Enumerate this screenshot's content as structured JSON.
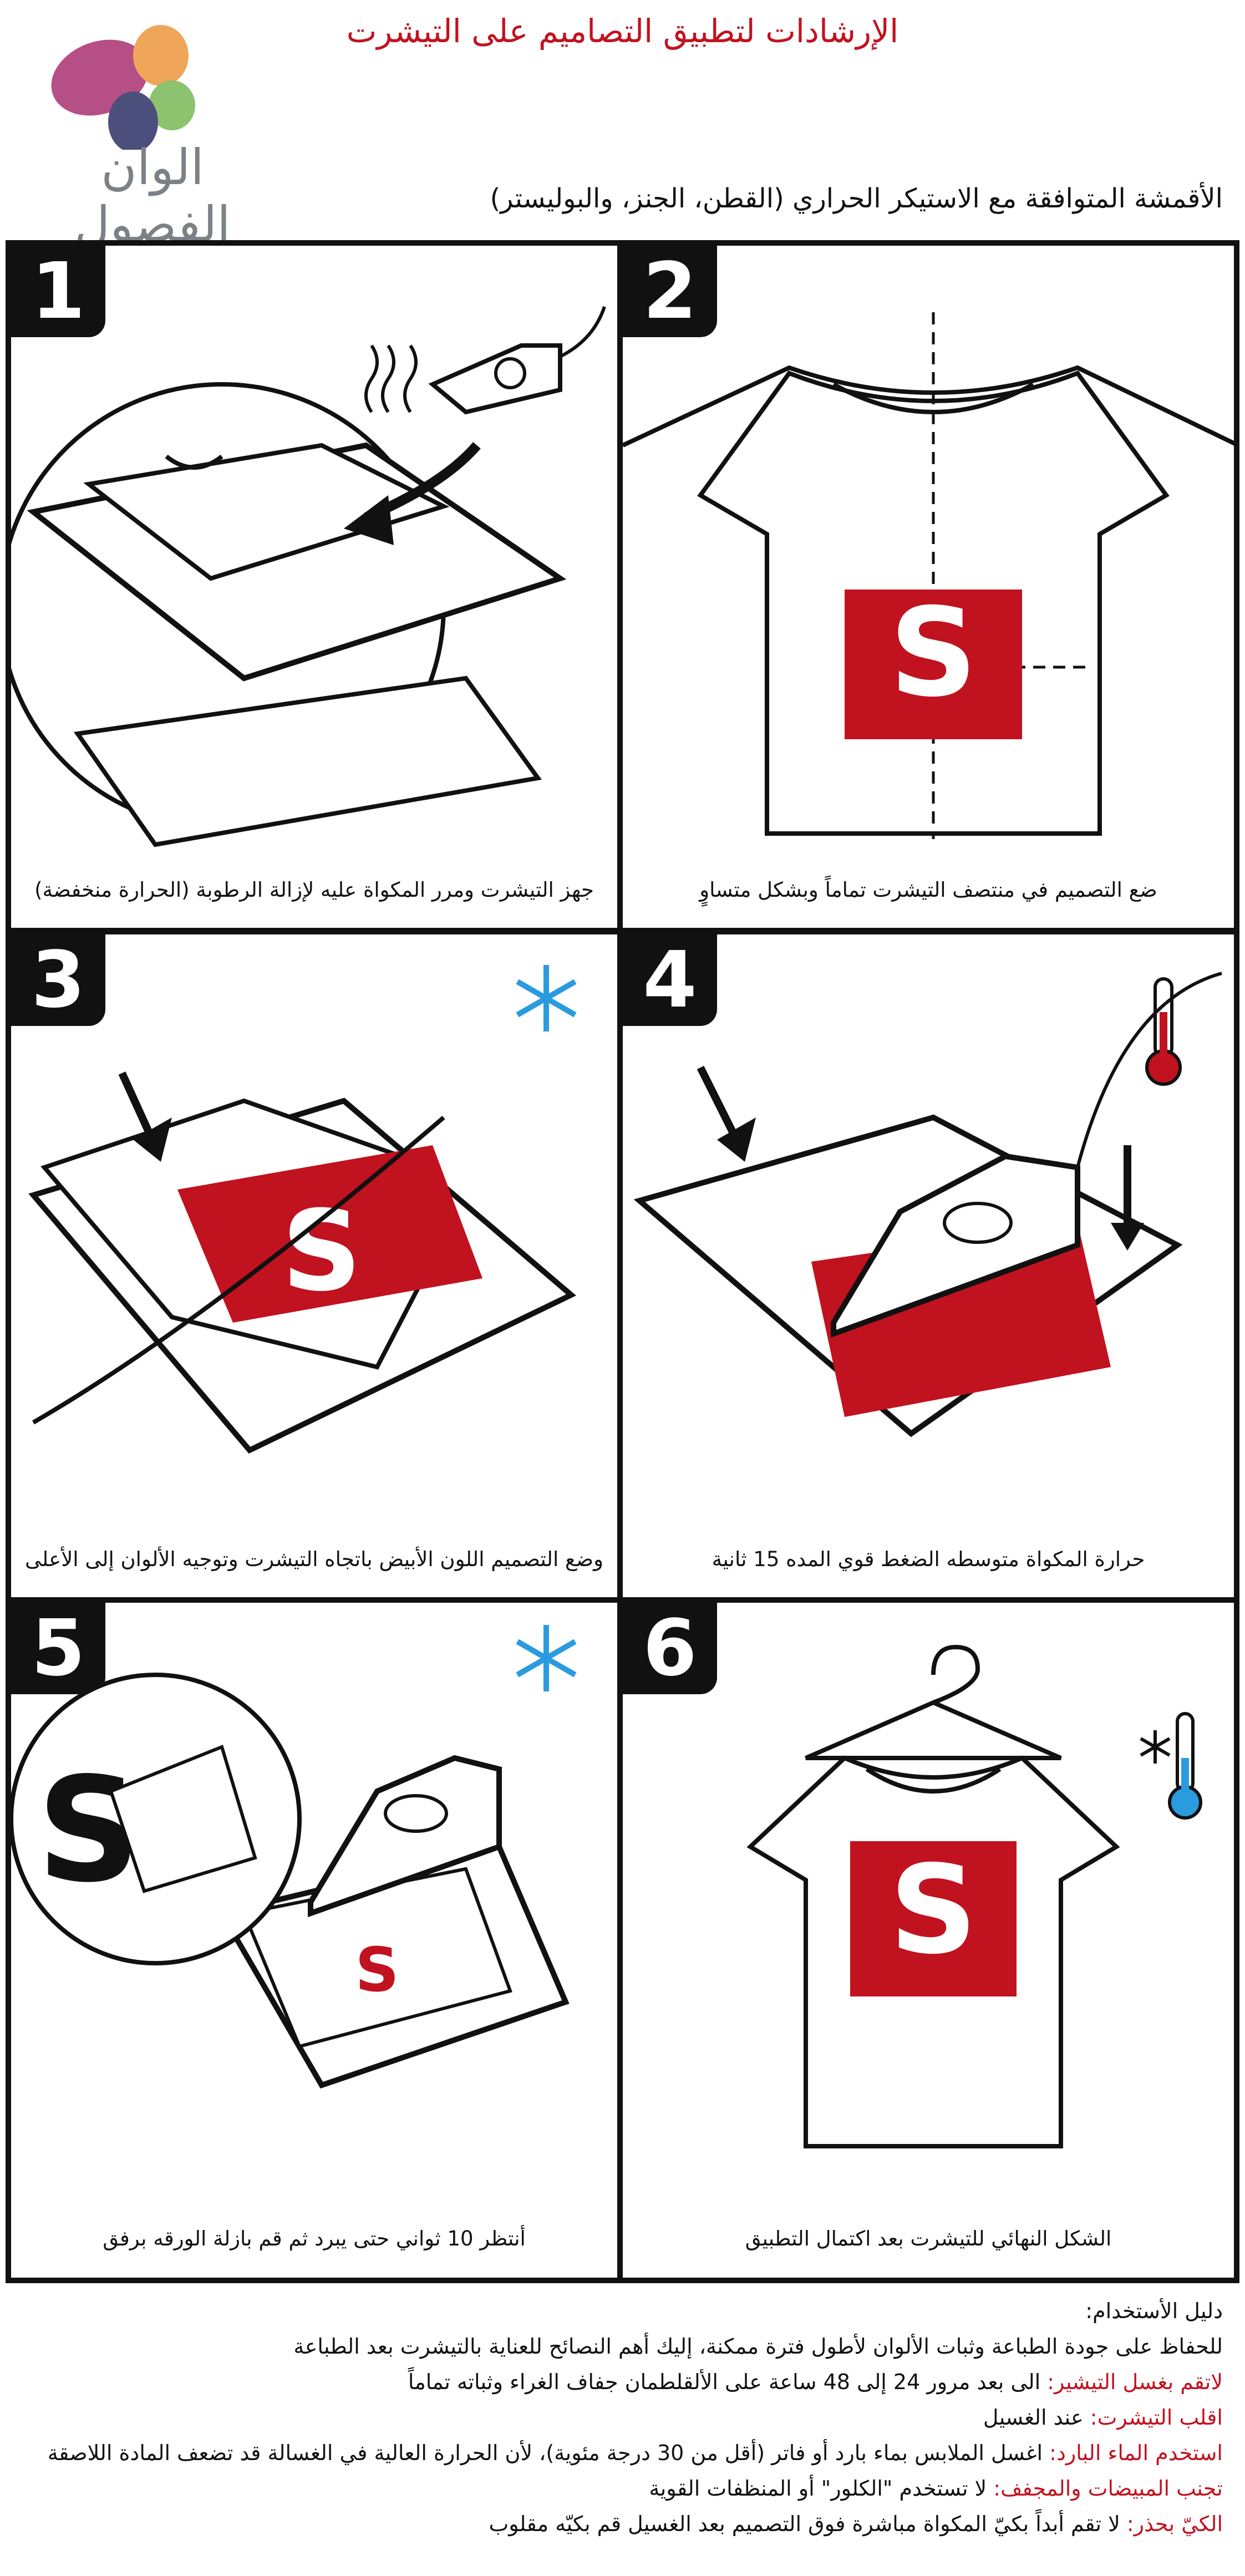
{
  "header": {
    "title": "الإرشادات لتطبيق التصاميم على التيشرت",
    "logo_text": "الوان الفصول",
    "fabrics_note": "الأقمشة المتوافقة مع الاستيكر الحراري (القطن، الجنز، والبوليستر)"
  },
  "steps": [
    {
      "number": "1",
      "caption": "جهز التيشرت ومرر المكواة عليه لإزالة الرطوبة (الحرارة منخفضة)"
    },
    {
      "number": "2",
      "caption": "ضع التصميم  في منتصف التيشرت تماماً وبشكل متساوٍ"
    },
    {
      "number": "3",
      "caption": "وضع التصميم اللون الأبيض باتجاه التيشرت وتوجيه الألوان إلى الأعلى"
    },
    {
      "number": "4",
      "caption": "حرارة المكواة متوسطه الضغط قوي المده 15 ثانية"
    },
    {
      "number": "5",
      "caption": "أنتظر 10 ثواني حتى يبرد  ثم قم بازلة الورقه برفق"
    },
    {
      "number": "6",
      "caption": "الشكل النهائي للتيشرت بعد اكتمال التطبيق"
    }
  ],
  "design_letter": "S",
  "usage_guide": {
    "title": "دليل الأستخدام:",
    "intro": "للحفاظ على جودة الطباعة وثبات الألوان لأطول فترة ممكنة، إليك أهم النصائح للعناية بالتيشرت بعد الطباعة",
    "tips": [
      {
        "label": "لاتقم بغسل التيشير:",
        "text": " الى بعد مرور  24 إلى 48 ساعة على الألقلطمان جفاف الغراء وثباته تماماً"
      },
      {
        "label": "اقلب التيشرت:",
        "text": " عند الغسيل"
      },
      {
        "label": "استخدم الماء البارد:",
        "text": " اغسل الملابس بماء بارد أو فاتر (أقل من 30 درجة مئوية)، لأن الحرارة العالية في الغسالة قد تضعف المادة اللاصقة"
      },
      {
        "label": "تجنب المبيضات والمجفف:",
        "text": " لا تستخدم \"الكلور\" أو المنظفات القوية"
      },
      {
        "label": "الكيّ بحذر:",
        "text": " لا تقم أبداً بكيّ المكواة مباشرة فوق التصميم بعد الغسيل قم بكيّه مقلوب"
      }
    ]
  },
  "colors": {
    "accent_red": "#c1121f",
    "snowflake_blue": "#2b9be0",
    "logo_pink": "#b54f86",
    "logo_orange": "#f0a65a",
    "logo_green": "#8dc26f",
    "logo_navy": "#4c4f7b"
  }
}
